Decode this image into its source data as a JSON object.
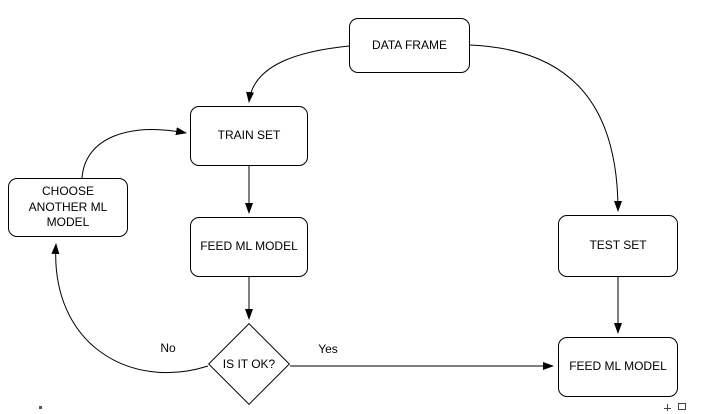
{
  "diagram": {
    "nodes": {
      "data_frame": {
        "label": "DATA FRAME",
        "shape": "rounded-rect"
      },
      "train_set": {
        "label": "TRAIN SET",
        "shape": "rounded-rect"
      },
      "choose_model": {
        "label": "CHOOSE ANOTHER ML MODEL",
        "shape": "rounded-rect"
      },
      "feed_train": {
        "label": "FEED ML MODEL",
        "shape": "rounded-rect"
      },
      "test_set": {
        "label": "TEST SET",
        "shape": "rounded-rect"
      },
      "decision": {
        "label": "IS IT OK?",
        "shape": "diamond"
      },
      "feed_test": {
        "label": "FEED ML MODEL",
        "shape": "rounded-rect"
      }
    },
    "edge_labels": {
      "no": "No",
      "yes": "Yes"
    },
    "colors": {
      "background": "#ffffff",
      "node_fill": "#ffffff",
      "stroke": "#000000",
      "text": "#000000"
    }
  }
}
